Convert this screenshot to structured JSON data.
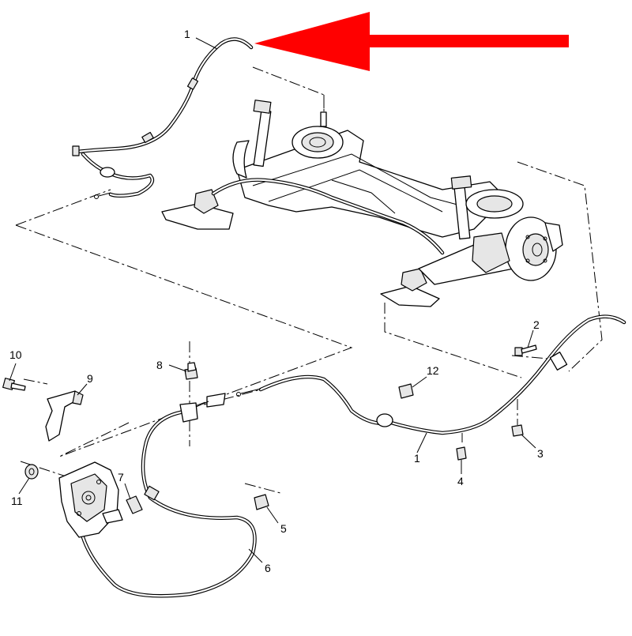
{
  "diagram": {
    "accent_color": "#ff0000",
    "callouts": [
      {
        "id": "c1a",
        "label": "1"
      },
      {
        "id": "c1b",
        "label": "1"
      },
      {
        "id": "c2",
        "label": "2"
      },
      {
        "id": "c3",
        "label": "3"
      },
      {
        "id": "c4",
        "label": "4"
      },
      {
        "id": "c5",
        "label": "5"
      },
      {
        "id": "c6",
        "label": "6"
      },
      {
        "id": "c7",
        "label": "7"
      },
      {
        "id": "c8",
        "label": "8"
      },
      {
        "id": "c9",
        "label": "9"
      },
      {
        "id": "c10",
        "label": "10"
      },
      {
        "id": "c11",
        "label": "11"
      },
      {
        "id": "c12",
        "label": "12"
      }
    ]
  }
}
